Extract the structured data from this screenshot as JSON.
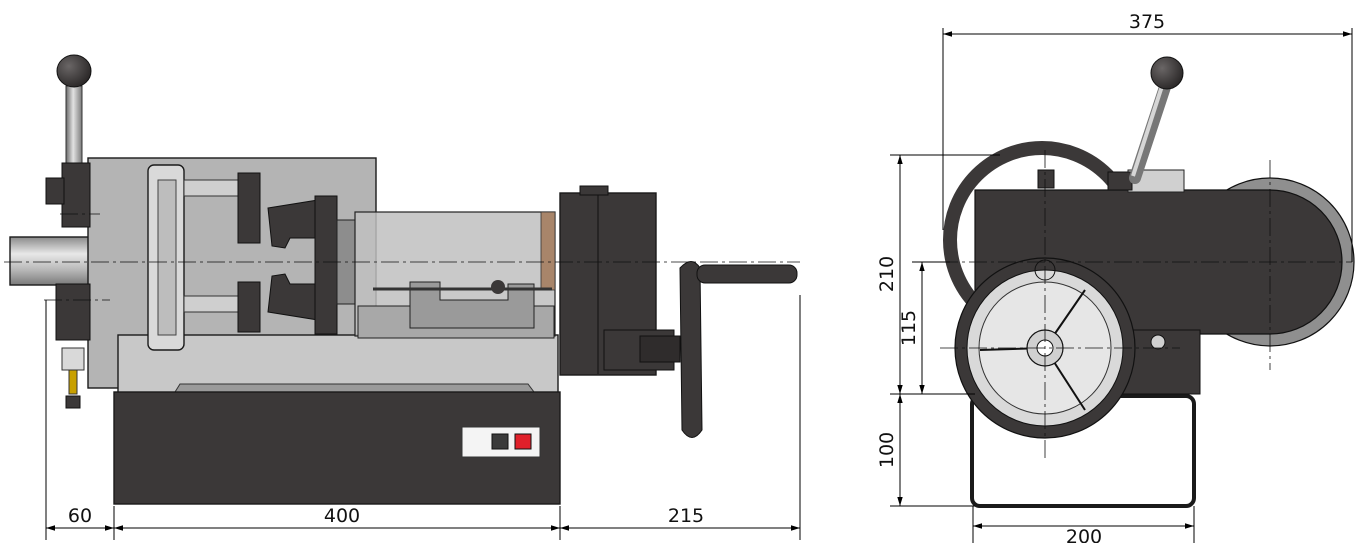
{
  "side_view": {
    "dimensions": {
      "left_overhang": "60",
      "base_length": "400",
      "handwheel_overhang": "215"
    },
    "control_panel": {
      "button_dark_color": "#3a3a3a",
      "button_red_color": "#e0202a"
    }
  },
  "end_view": {
    "dimensions": {
      "overall_width": "375",
      "overall_height": "210",
      "axis_height": "115",
      "stand_height": "100",
      "stand_width": "200"
    }
  },
  "colors": {
    "body_dark": "#3b3838",
    "body_light": "#c4c4c4",
    "housing_mid": "#a8a8a8",
    "wheel_grey": "#8f8f8f",
    "tube": "#b9b9b9",
    "bronze": "#a8856a"
  }
}
